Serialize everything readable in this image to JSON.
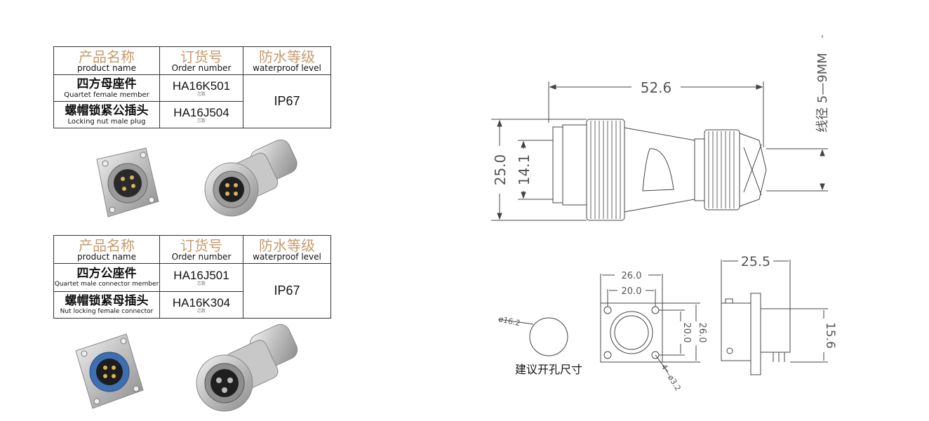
{
  "table1": {
    "headers": [
      {
        "zh": "产品名称",
        "en": "product name"
      },
      {
        "zh": "订货号",
        "en": "Order number"
      },
      {
        "zh": "防水等级",
        "en": "waterproof level"
      }
    ],
    "rows": [
      {
        "name_zh": "四方母座件",
        "name_en": "Quartet female member",
        "code": "HA16K501",
        "code_mark": "芯数"
      },
      {
        "name_zh": "螺帽锁紧公插头",
        "name_en": "Locking nut male plug",
        "code": "HA16J504",
        "code_mark": "芯数"
      }
    ],
    "level": "IP67"
  },
  "table2": {
    "headers": [
      {
        "zh": "产品名称",
        "en": "product name"
      },
      {
        "zh": "订货号",
        "en": "Order number"
      },
      {
        "zh": "防水等级",
        "en": "waterproof level"
      }
    ],
    "rows": [
      {
        "name_zh": "四方公座件",
        "name_en": "Quartet male connector member",
        "code": "HA16J501",
        "code_mark": "芯数"
      },
      {
        "name_zh": "螺帽锁紧母插头",
        "name_en": "Nut locking female connector",
        "code": "HA16K304",
        "code_mark": "芯数"
      }
    ],
    "level": "IP67"
  },
  "drawing": {
    "length": "52.6",
    "diameter": "25.0",
    "inner": "14.1",
    "cable": "线径 5—9MM",
    "flange_outer": "26.0",
    "flange_inner": "20.0",
    "flange_outer_v": "26.0",
    "flange_inner_v": "20.0",
    "holes": "4—ø3.2",
    "cutout_dia": "ø16.2",
    "cutout_label": "建议开孔尺寸",
    "side_width": "25.5",
    "side_height": "15.6"
  },
  "colors": {
    "header_zh": "#c69a6d",
    "line": "#333333"
  }
}
